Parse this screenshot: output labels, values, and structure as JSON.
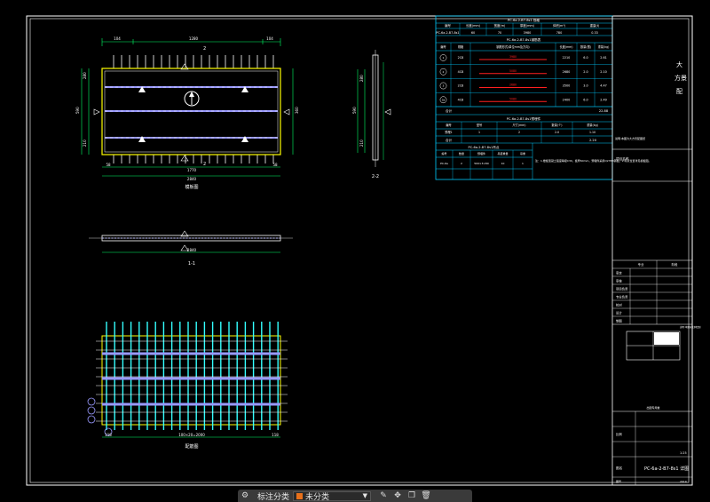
{
  "drawing": {
    "border_color": "#ffffff",
    "colors": {
      "outline": "#ffffff",
      "dim": "#00ff66",
      "slab_edge": "#ffff00",
      "rebar_cyan": "#33ffff",
      "rebar_violet": "#9999ff",
      "table": "#00ccff",
      "red": "#ff2020"
    },
    "plan_view": {
      "top_dims": [
        "104",
        "1280",
        "104"
      ],
      "bottom_dims_1": [
        "58",
        "1770",
        "58"
      ],
      "bottom_total": "2840",
      "left_dims": [
        "280",
        "590",
        "210"
      ],
      "right_dims": [
        "360"
      ],
      "caption": "模板图",
      "section_mark_top": "2",
      "section_mark_bottom": "2"
    },
    "section_22": {
      "caption": "2-2",
      "dims": [
        "280",
        "590",
        "210"
      ]
    },
    "section_11": {
      "caption": "1-1",
      "dims": [
        "2840"
      ]
    },
    "rebar_view": {
      "caption": "配筋图",
      "bottom_dims": [
        "118",
        "100×20=2000",
        "118"
      ],
      "bubbles": [
        "①",
        "①a",
        "②",
        "③"
      ]
    },
    "schedule": {
      "title_1": "PC-6a-2-B7-8s1.规格",
      "header_1": [
        "编号",
        "长度(mm)",
        "宽度(m)",
        "厚度(mm)",
        "体积(m³)",
        "重量(t)"
      ],
      "row_1": [
        "PC-6a-2-B7-8s1",
        "60",
        "70",
        "3980",
        "780",
        "0.33"
      ],
      "title_2": "PC-6a-2-B7-8s1钢筋表",
      "header_2": [
        "编号",
        "规格",
        "钢筋形式(单位mm及方向)",
        "长度(mm)",
        "数量(根)",
        "重量(kg)"
      ],
      "rows_2": [
        [
          "1",
          "2C8",
          "3980",
          "2210",
          "6.0",
          "2.61"
        ],
        [
          "2",
          "4C8",
          "5080",
          "2680",
          "2.0",
          "2.10"
        ],
        [
          "3",
          "2C8",
          "2680",
          "3500",
          "3.0",
          "4.47"
        ],
        [
          "3a",
          "4C8",
          "5080",
          "2400",
          "6.0",
          "2.49"
        ]
      ],
      "total_2": [
        "合计",
        "22.88"
      ],
      "title_3": "PC-6a-2-B7-8s1预埋件",
      "header_3": [
        "编号",
        "型号",
        "尺寸(mm)",
        "数量(个)",
        "重量(kg)"
      ],
      "row_3": [
        "预埋1",
        "1",
        "2",
        "2.0",
        "1.10"
      ],
      "total_3": [
        "合计",
        "2.20"
      ],
      "title_4": "PC-6a-2-B7-8s1吊点",
      "header_4": [
        "编号",
        "数量",
        "预埋件",
        "吊装重量",
        "吊重"
      ],
      "row_4": [
        "PC-6a",
        "2",
        "500×3×80",
        "10",
        "1"
      ],
      "note": "注：1.楼板混凝土强度等级C30，板厚60mm，预埋件采用Q235B钢板。2.吊点位置详见模板图。"
    },
    "title_block": {
      "company": [
        "大",
        "方景",
        "配"
      ],
      "project_label": "项目名称",
      "rows": [
        "审定",
        "审核",
        "项目负责",
        "专业负责",
        "校对",
        "设计",
        "制图"
      ],
      "right_cols": [
        "专业",
        "阶段"
      ],
      "drawing_title_label": "图名",
      "drawing_title": "PC-6a-2-B7-8s1 详图",
      "scale_label": "比例",
      "scale_value": "1:25",
      "sheet_label": "图号",
      "sheet_value": "26/28",
      "date_label": "日期",
      "date_value": "2019",
      "small_note": "说明:本图按比例绘制",
      "stamp_caption": "出图专用章"
    }
  },
  "toolbar": {
    "label": "标注分类",
    "select_value": "未分类",
    "icons": [
      "settings-icon",
      "edit-icon",
      "move-icon",
      "copy-icon",
      "delete-icon"
    ]
  }
}
